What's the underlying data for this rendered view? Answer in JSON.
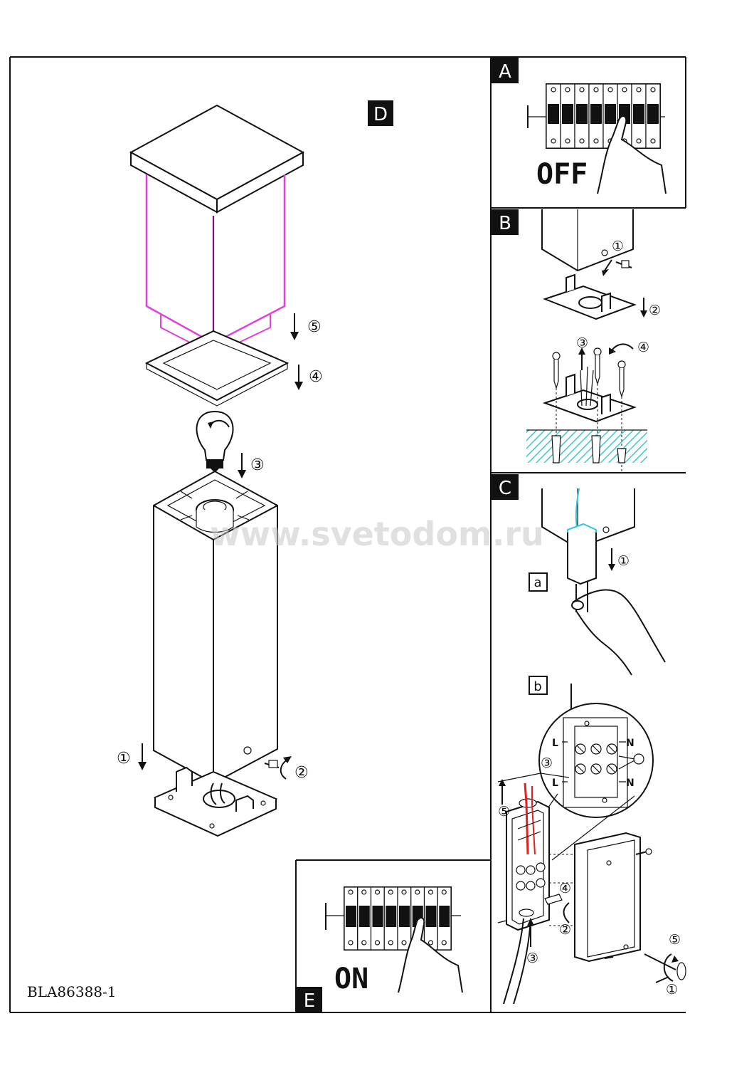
{
  "panels": {
    "A": {
      "label": "A",
      "text": "OFF"
    },
    "B": {
      "label": "B",
      "steps": [
        "①",
        "②",
        "③",
        "④"
      ]
    },
    "C": {
      "label": "C",
      "sub_a": "a",
      "sub_b": "b",
      "steps_a": [
        "①"
      ],
      "steps_b": [
        "①",
        "②",
        "③",
        "④",
        "⑤"
      ],
      "terminals": {
        "L_top": "L",
        "N_top": "N",
        "L_bottom": "L",
        "N_bottom": "N",
        "detail_step": "③"
      }
    },
    "D": {
      "label": "D",
      "steps": [
        "①",
        "②",
        "③",
        "④",
        "⑤"
      ]
    },
    "E": {
      "label": "E",
      "text": "ON"
    }
  },
  "watermark": "www.svetodom.ru",
  "document_code": "BLA86388-1",
  "colors": {
    "highlight": "#e040e0",
    "ground_hatch": "#3fc9c9",
    "cable": "#30c8d8",
    "wire_red": "#e02020"
  }
}
